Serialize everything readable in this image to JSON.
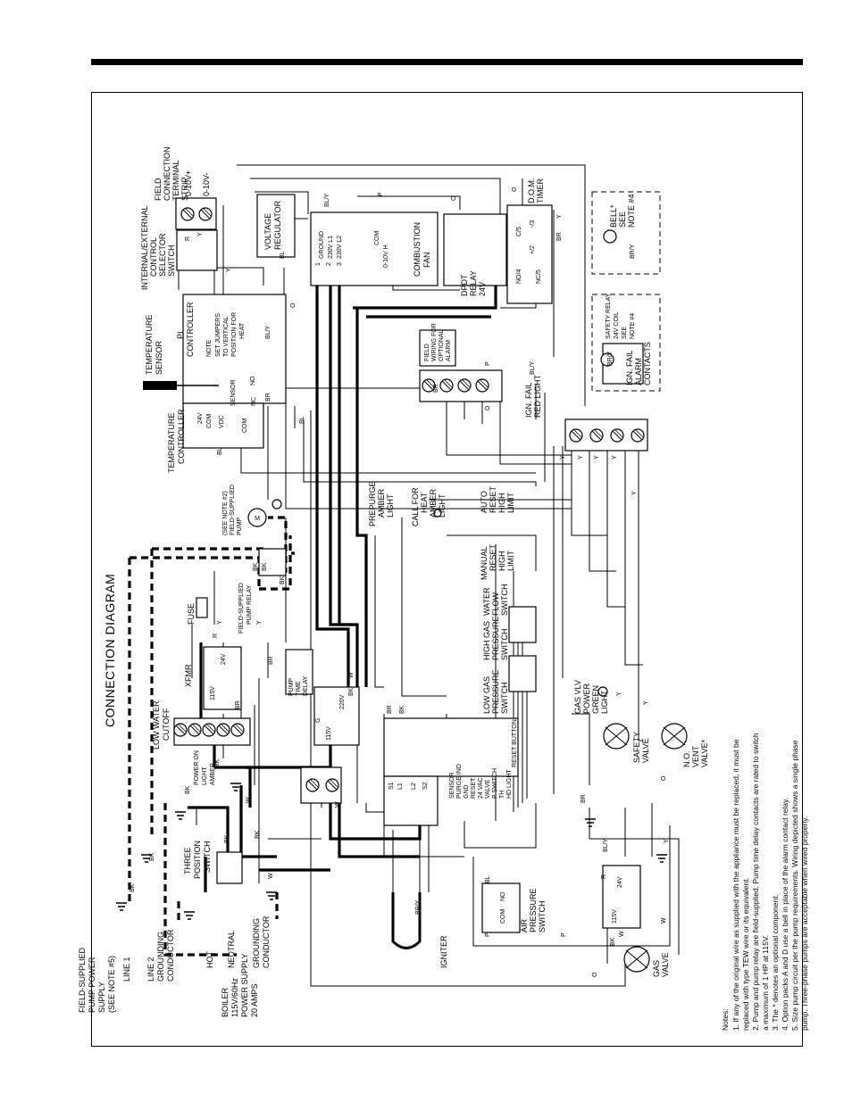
{
  "title": "CONNECTION DIAGRAM",
  "power_supplies": {
    "pump_supply": [
      "FIELD-SUPPLIED",
      "PUMP POWER",
      "SUPPLY",
      "(SEE NOTE #5)"
    ],
    "boiler_supply": [
      "BOILER",
      "115V/60Hz",
      "POWER SUPPLY",
      "20 AMPS"
    ],
    "pump_lines": [
      "LINE 1",
      "LINE 2",
      "GROUNDING",
      "CONDUCTOR"
    ],
    "boiler_lines": [
      "HOT",
      "NEUTRAL",
      "GROUNDING",
      "CONDUCTOR"
    ]
  },
  "components": {
    "three_position_switch": [
      "THREE",
      "POSITION",
      "SWITCH"
    ],
    "low_water_cutoff": [
      "LOW WATER",
      "CUTOFF"
    ],
    "power_on_light": [
      "POWER ON",
      "LIGHT",
      "AMBER"
    ],
    "xfmr": "XFMR",
    "xfmr_volts": [
      "24V",
      "115V"
    ],
    "fuse": "FUSE",
    "pump_relay": [
      "FIELD-SUPPLIED",
      "PUMP RELAY"
    ],
    "pump": [
      "FIELD-SUPPLIED",
      "PUMP",
      "(SEE NOTE #2)"
    ],
    "pump_time_delay": [
      "PUMP",
      "TIME",
      "DELAY"
    ],
    "transformer_220": [
      "220V",
      "115V"
    ],
    "temperature_controller": [
      "TEMPERATURE",
      "CONTROLLER"
    ],
    "temperature_sensor": [
      "TEMPERATURE",
      "SENSOR"
    ],
    "pi_controller": [
      "PI",
      "CONTROLLER"
    ],
    "pi_note": [
      "NOTE",
      "SET JUMPERS",
      "TO VERTICAL",
      "POSITION FOR",
      "HEAT"
    ],
    "controller_terminals": [
      "24V",
      "COM",
      "VDC",
      "SENSOR",
      "NO",
      "COM",
      "NC"
    ],
    "selector_switch": [
      "INTERNAL/EXTERNAL",
      "CONTROL",
      "SELECTOR",
      "SWITCH"
    ],
    "terminal_strip": [
      "FIELD",
      "CONNECTION",
      "TERMINAL",
      "STRIP"
    ],
    "strip_terminals": [
      "0-10V+",
      "0-10V-"
    ],
    "voltage_regulator": [
      "VOLTAGE",
      "REGULATOR"
    ],
    "combustion_fan": [
      "COMBUSTION",
      "FAN"
    ],
    "fan_terminals": [
      "GROUND",
      "230V L1",
      "230V L2",
      "COM",
      "0-10V H",
      "1",
      "2",
      "3"
    ],
    "dpdt_relay": [
      "DPDT",
      "RELAY",
      "24V"
    ],
    "dom_timer": [
      "D.O.M.",
      "TIMER"
    ],
    "timer_terminals": [
      "NO/4",
      "C/5",
      "NC/5",
      "+/2",
      "-/3"
    ],
    "bell": [
      "BELL*",
      "SEE",
      "NOTE #4"
    ],
    "safety_relay": [
      "SAFETY RELAY",
      "24V COIL",
      "SEE",
      "NOTE #4"
    ],
    "ign_fail_alarm": [
      "IGN. FAIL",
      "ALARM",
      "CONTACTS"
    ],
    "field_wiring_box": [
      "FIELD",
      "WIRING FOR",
      "OPTIONAL",
      "ALARM"
    ],
    "ign_fail_light": [
      "IGN. FAIL",
      "RED LIGHT"
    ],
    "prepurge_light": [
      "PREPURGE",
      "AMBER",
      "LIGHT"
    ],
    "call_for_heat_light": [
      "CALL FOR",
      "HEAT",
      "AMBER",
      "LIGHT"
    ],
    "auto_reset": [
      "AUTO",
      "RESET",
      "HIGH",
      "LIMIT"
    ],
    "manual_reset": [
      "MANUAL",
      "RESET",
      "HIGH",
      "LIMIT"
    ],
    "water_flow_switch": [
      "WATER",
      "FLOW",
      "SWITCH"
    ],
    "high_gas_switch": [
      "HIGH GAS",
      "PRESSURE",
      "SWITCH"
    ],
    "low_gas_switch": [
      "LOW GAS",
      "PRESSURE",
      "SWITCH"
    ],
    "gas_valve_light": [
      "GAS VLV",
      "POWER",
      "GREEN",
      "LIGHT"
    ],
    "safety_valve": [
      "SAFETY",
      "VALVE"
    ],
    "vent_valve": [
      "N.O.",
      "VENT",
      "VALVE*"
    ],
    "gas_valve": [
      "GAS",
      "VALVE"
    ],
    "ignition_module": [
      "SENSOR",
      "PURGE IND",
      "GND",
      "RESET",
      "24 VAC",
      "VALVE",
      "P SWITCH",
      "TH",
      "HD LIGHT",
      "RESET BUTTON"
    ],
    "module_l": [
      "S1",
      "L1",
      "L2",
      "S2"
    ],
    "igniter": "IGNITER",
    "air_pressure_switch": [
      "AIR",
      "PRESSURE",
      "SWITCH"
    ],
    "com_no": [
      "COM",
      "NO"
    ],
    "xfmr2_volts": [
      "24V",
      "115V"
    ]
  },
  "wire_labels": [
    "R",
    "Y",
    "BK",
    "W",
    "BR",
    "BL",
    "BL/Y",
    "BR/Y",
    "G",
    "O",
    "P"
  ],
  "notes_title": "Notes:",
  "notes": [
    "1. If any of the original wire as supplied with the appliance must be replaced, it must be",
    "replaced with type TEW wire or its equivalent.",
    "2. Pump and pump relay are field-supplied. Pump time delay contacts are rated to switch",
    "a maximum of 1 HP at 115V.",
    "3. The * denotes an optional component.",
    "4. Option packs A and D use a bell in place of the alarm contact relay.",
    "5. Size pump circuit per the pump requirements. Wiring depicted shows a single phase",
    "pump. Three-phase pumps are acceptable when wired properly."
  ]
}
